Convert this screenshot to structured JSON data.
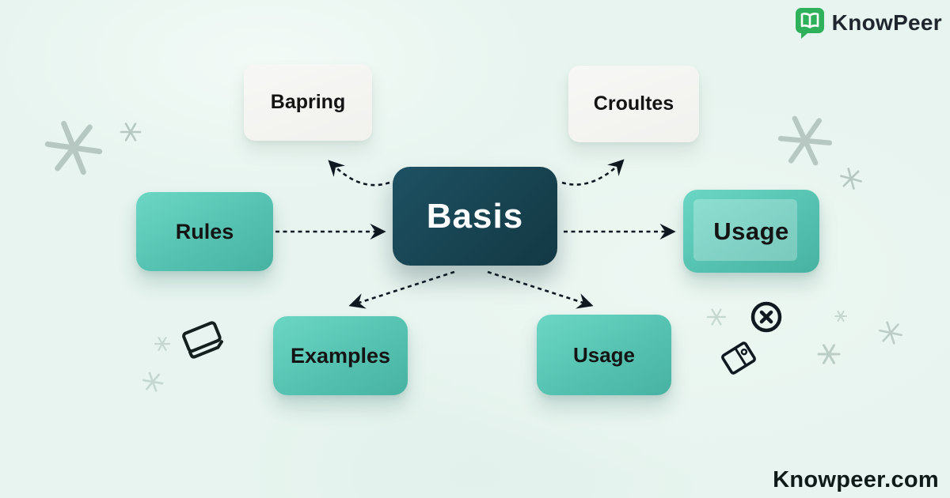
{
  "brand": {
    "logo_text": "KnowPeer",
    "watermark": "Knowpeer.com"
  },
  "diagram": {
    "center_label": "Basis",
    "nodes": [
      {
        "label": "Bapring",
        "style": "light",
        "position": "top-left"
      },
      {
        "label": "Croultes",
        "style": "light",
        "position": "top-right"
      },
      {
        "label": "Rules",
        "style": "teal",
        "position": "left"
      },
      {
        "label": "Usage",
        "style": "teal-highlighted",
        "position": "right"
      },
      {
        "label": "Examples",
        "style": "teal",
        "position": "bottom-left"
      },
      {
        "label": "Usage",
        "style": "teal",
        "position": "bottom-right"
      }
    ],
    "edges": [
      {
        "from": "Basis",
        "to": "Bapring"
      },
      {
        "from": "Basis",
        "to": "Croultes"
      },
      {
        "from": "Rules",
        "to": "Basis"
      },
      {
        "from": "Basis",
        "to": "Usage (right)"
      },
      {
        "from": "Basis",
        "to": "Examples"
      },
      {
        "from": "Basis",
        "to": "Usage (bottom)"
      }
    ],
    "colors": {
      "background": "#e7f4ef",
      "teal_node": "#52c0af",
      "center_node": "#16424f",
      "light_node": "#f4f4f2",
      "logo_green": "#2fb05a",
      "arrow": "#101820",
      "sparkle_gray": "#b7c8c2"
    },
    "icons": [
      "book-chat-logo-icon",
      "asterisk-sparkle",
      "circled-x-icon",
      "ticket-icon",
      "eraser-icon"
    ]
  }
}
